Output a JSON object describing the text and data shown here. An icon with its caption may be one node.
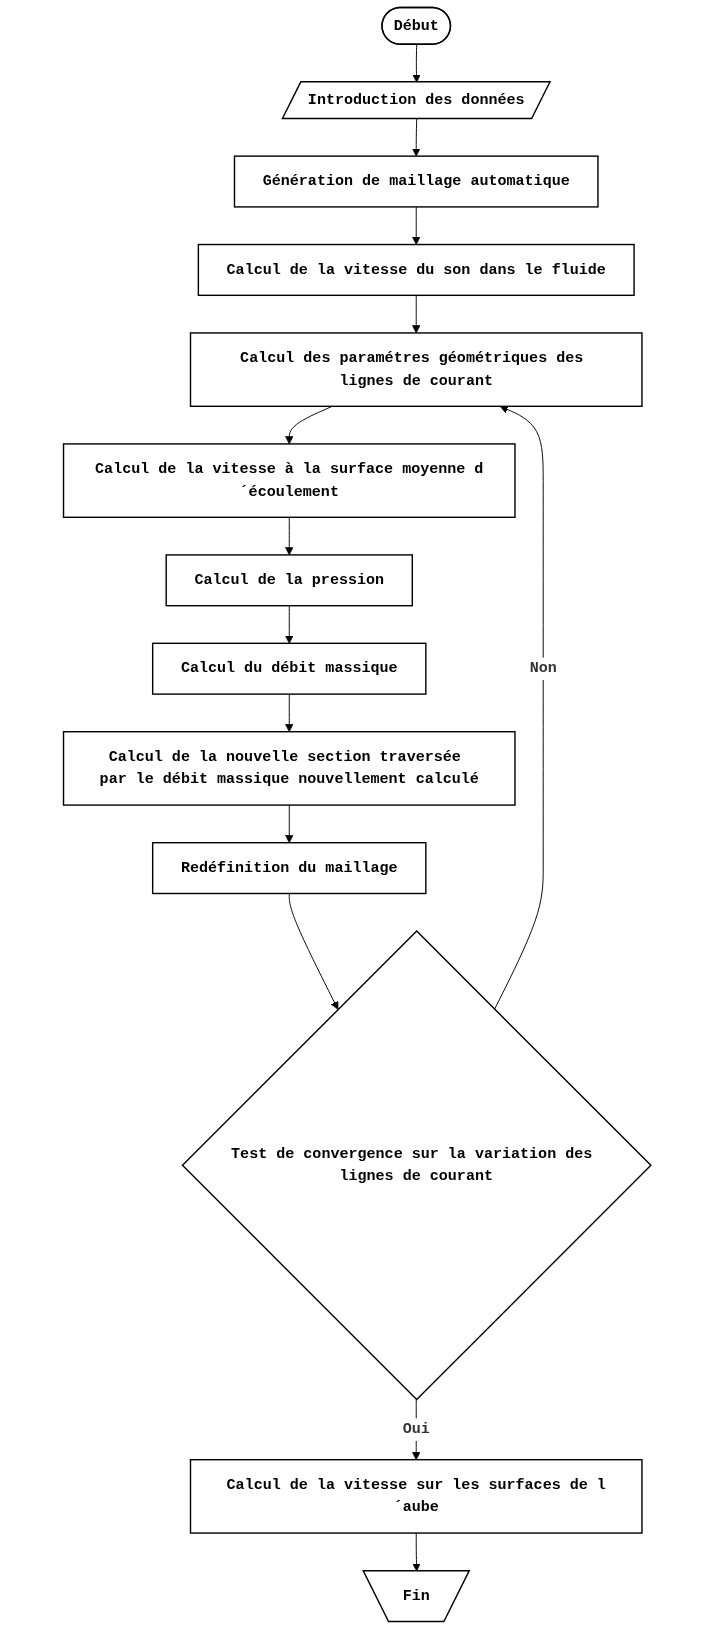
{
  "diagram": {
    "nodes": [
      {
        "text": [
          "Début"
        ]
      },
      {
        "text": [
          "Introduction des données"
        ]
      },
      {
        "text": [
          "Génération de maillage automatique"
        ]
      },
      {
        "text": [
          "Calcul de la vitesse du son dans le fluide"
        ]
      },
      {
        "text": [
          "Calcul des paramétres géométriques des lignes de courant"
        ]
      },
      {
        "text": [
          "Calcul de la vitesse à la surface moyenne d´écoulement"
        ]
      },
      {
        "text": [
          "Calcul de la pression"
        ]
      },
      {
        "text": [
          "Calcul du débit massique"
        ]
      },
      {
        "text": [
          "Calcul de la nouvelle section traversée par le débit massique nouvellement calculé"
        ]
      },
      {
        "text": [
          "Redéfinition du maillage"
        ]
      },
      {
        "text": [
          "Test de convergence sur la variation des lignes de courant"
        ]
      },
      {
        "text": [
          "Calcul de la vitesse sur les surfaces de l´aube"
        ]
      },
      {
        "text": [
          "Fin"
        ]
      }
    ],
    "edges": [
      {
        "from": 0,
        "to": 1,
        "arrow": "to"
      },
      {
        "from": 1,
        "to": 2,
        "arrow": "to"
      },
      {
        "from": 2,
        "to": 3,
        "arrow": "to"
      },
      {
        "from": 3,
        "to": 4,
        "arrow": "to"
      },
      {
        "from": 4,
        "to": 5,
        "arrow": "to"
      },
      {
        "from": 5,
        "to": 6,
        "arrow": "to"
      },
      {
        "from": 6,
        "to": 7,
        "arrow": "to"
      },
      {
        "from": 7,
        "to": 8,
        "arrow": "to"
      },
      {
        "from": 8,
        "to": 9,
        "arrow": "to"
      },
      {
        "from": 9,
        "to": 10,
        "arrow": "to"
      },
      {
        "from": 10,
        "to": 4,
        "arrow": "to",
        "label": "Non"
      },
      {
        "from": 10,
        "to": 11,
        "arrow": "to",
        "label": "Oui"
      },
      {
        "from": 11,
        "to": 12,
        "arrow": "to"
      }
    ]
  }
}
